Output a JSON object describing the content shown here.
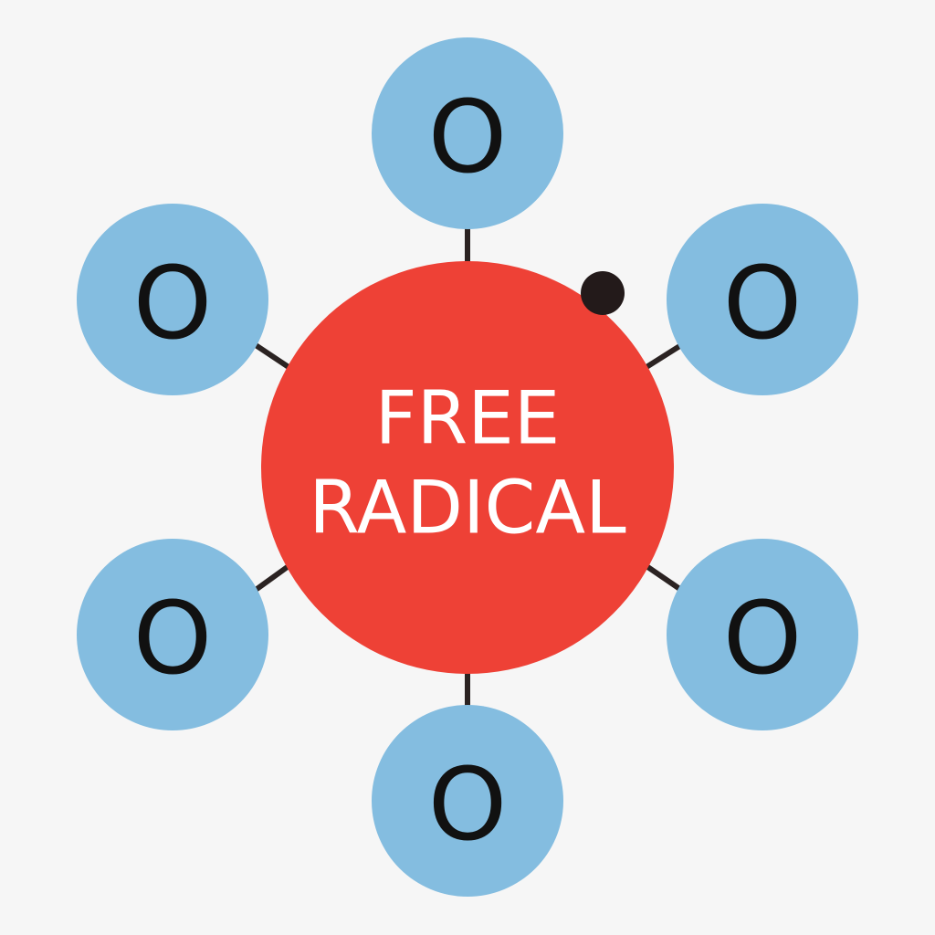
{
  "center": {
    "label_line1": "FREE",
    "label_line2": "RADICAL",
    "color": "#ee4136"
  },
  "atoms": [
    {
      "label": "O",
      "position": "top"
    },
    {
      "label": "O",
      "position": "upper-right"
    },
    {
      "label": "O",
      "position": "lower-right"
    },
    {
      "label": "O",
      "position": "bottom"
    },
    {
      "label": "O",
      "position": "lower-left"
    },
    {
      "label": "O",
      "position": "upper-left"
    }
  ],
  "colors": {
    "atom": "#84bde0",
    "bond": "#2b2322",
    "electron": "#231a1a",
    "background": "#f6f6f6"
  }
}
